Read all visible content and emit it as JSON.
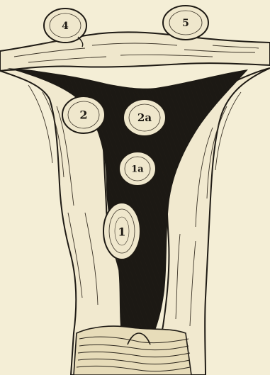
{
  "figure": {
    "background": "#f4eed6",
    "ink": "#1e1a14",
    "cavity_color": "#1c1914",
    "fibroids": [
      {
        "id": "fibroid-4",
        "label": "4"
      },
      {
        "id": "fibroid-5",
        "label": "5"
      },
      {
        "id": "fibroid-2",
        "label": "2"
      },
      {
        "id": "fibroid-2a",
        "label": "2a"
      },
      {
        "id": "fibroid-1a",
        "label": "1a"
      },
      {
        "id": "fibroid-1",
        "label": "1"
      }
    ]
  }
}
